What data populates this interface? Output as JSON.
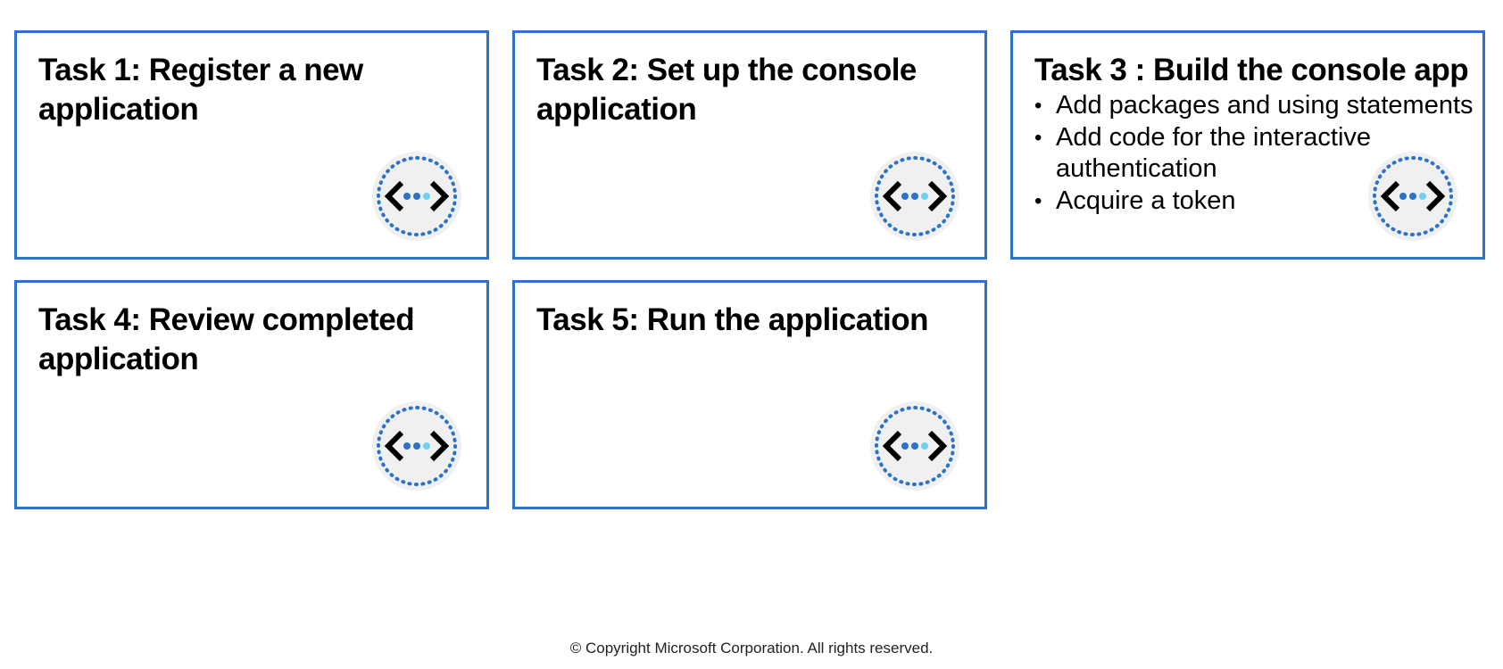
{
  "cards": [
    {
      "title": "Task 1: Register a new application",
      "icon": "code-connection-icon"
    },
    {
      "title": "Task 2: Set up the console application",
      "icon": "code-connection-icon"
    },
    {
      "title": "Task 3 : Build the console app",
      "icon": "code-connection-icon",
      "bullets": [
        "Add packages and using statements",
        "Add code for the interactive authentication",
        "Acquire a token"
      ]
    },
    {
      "title": "Task 4: Review completed application",
      "icon": "code-connection-icon"
    },
    {
      "title": "Task 5: Run the application",
      "icon": "code-connection-icon"
    }
  ],
  "footer": {
    "copyright": "© Copyright Microsoft Corporation. All rights reserved."
  },
  "colors": {
    "card_border": "#2b72c9",
    "icon_ring": "#2b72c9",
    "icon_dots_dark": "#2b72c9",
    "icon_dot_light": "#6fd0ee",
    "icon_background": "#f0f0f0"
  }
}
